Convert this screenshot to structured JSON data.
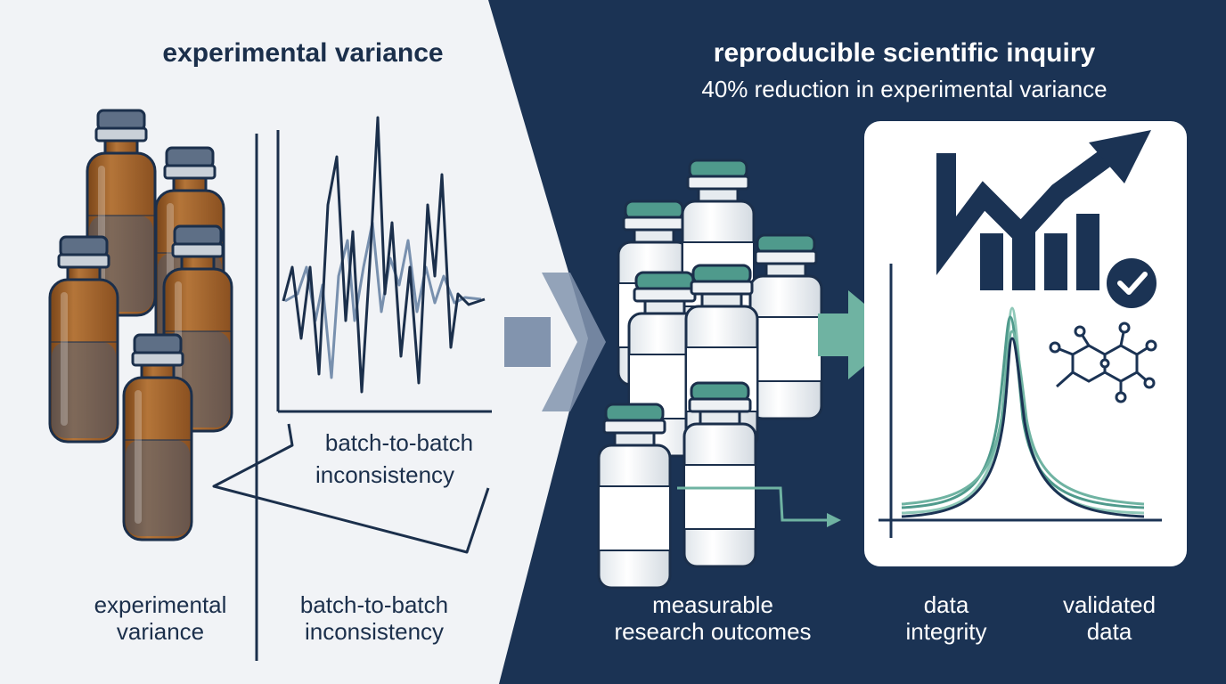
{
  "left_panel": {
    "title": "experimental variance",
    "callout": [
      "batch-to-batch",
      "inconsistency"
    ],
    "caption_left": [
      "experimental",
      "variance"
    ],
    "caption_right": [
      "batch-to-batch",
      "inconsistency"
    ]
  },
  "right_panel": {
    "title": "reproducible scientific inquiry",
    "subtitle": "40% reduction in experimental variance",
    "caption_outcomes": [
      "measurable",
      "research outcomes"
    ],
    "caption_integrity": [
      "data",
      "integrity"
    ],
    "caption_validated": [
      "validated",
      "data"
    ]
  },
  "colors": {
    "navy": "#1b3354",
    "light_bg": "#f1f3f6",
    "amber_glass": "#a0622b",
    "teal_cap": "#4f9a8c",
    "teal_arrow": "#6fb3a2",
    "chevron": "#8294ae"
  },
  "icons": [
    "amber-vial-icon",
    "noisy-signal-icon",
    "white-vial-icon",
    "trend-up-arrow-icon",
    "checkmark-badge-icon",
    "molecule-icon",
    "gaussian-peak-icon"
  ]
}
